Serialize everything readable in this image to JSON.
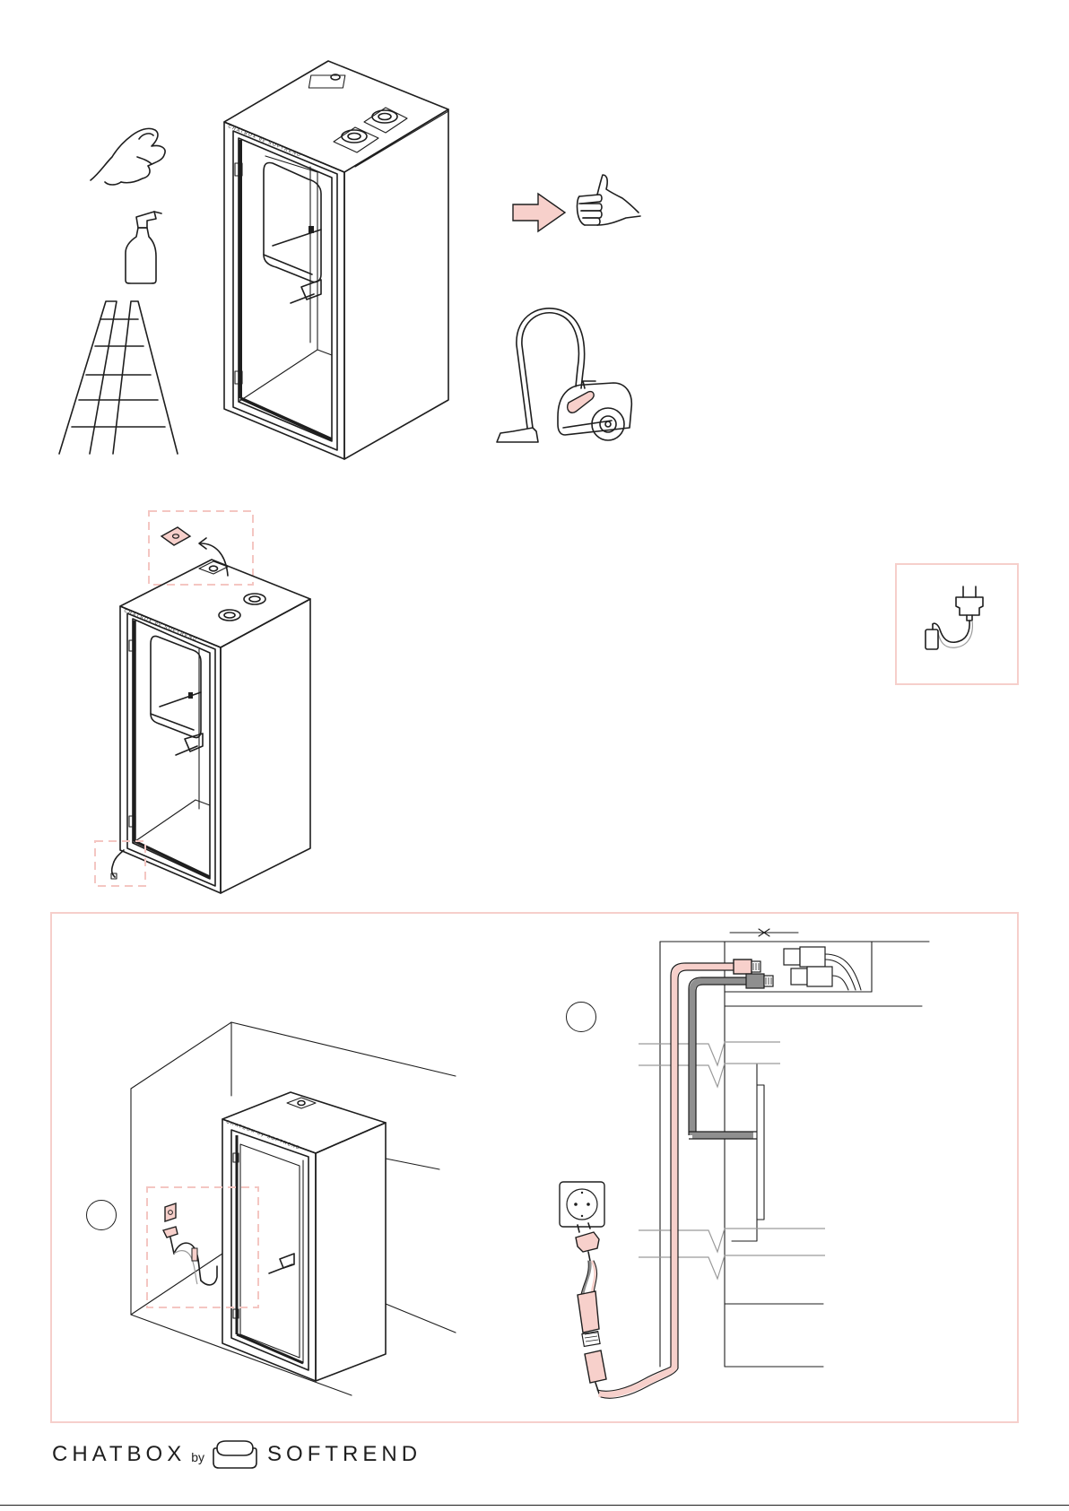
{
  "footer": {
    "brand_left": "CHATBOX",
    "brand_by": "by",
    "brand_right": "SOFTREND"
  },
  "cabin_logo_text": "CHATBOX by SOFTREND",
  "colors": {
    "accent_pink": "#f7d0cb",
    "panel_border": "#f6cfcb",
    "line": "#1e1e1e",
    "cable_gray": "#8f8f8f"
  },
  "icons": [
    "cleaning-hand-icon",
    "spray-bottle-icon",
    "ladder-icon",
    "arrow-right-icon",
    "thumbs-up-icon",
    "vacuum-cleaner-icon",
    "power-plug-icon",
    "wall-socket-icon"
  ]
}
